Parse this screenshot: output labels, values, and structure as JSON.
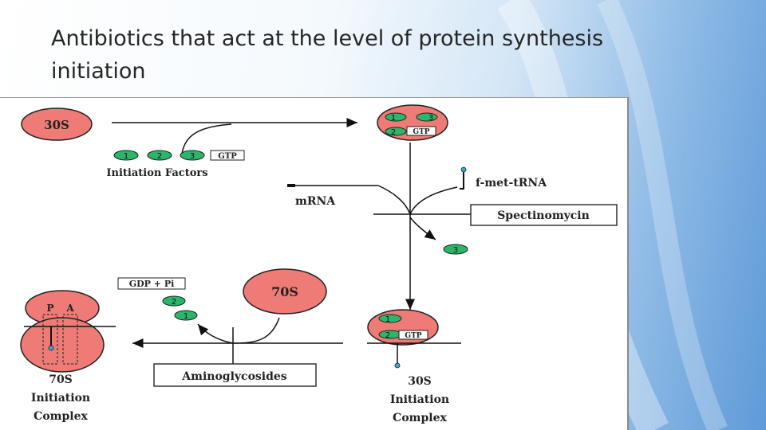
{
  "slide": {
    "title": "Antibiotics that act at the level of protein synthesis initiation"
  },
  "diagram": {
    "subunit_30s": "30S",
    "initiation_factors": [
      "1",
      "2",
      "3"
    ],
    "gtp": "GTP",
    "initiation_factors_label": "Initiation Factors",
    "complex_factors": [
      "1",
      "3",
      "2"
    ],
    "complex_gtp": "GTP",
    "fmet_trna": "f-met-tRNA",
    "mrna": "mRNA",
    "spectinomycin": "Spectinomycin",
    "released_factor": "3",
    "ribosome_70s": "70S",
    "gdp_pi": "GDP + Pi",
    "released_factors_after": [
      "2",
      "1"
    ],
    "site_p": "P",
    "site_a": "A",
    "complex_70s_label": [
      "70S",
      "Initiation",
      "Complex"
    ],
    "complex_30s_factors": [
      "1",
      "2"
    ],
    "complex_30s_gtp": "GTP",
    "complex_30s_label": [
      "30S",
      "Initiation",
      "Complex"
    ],
    "aminoglycosides": "Aminoglycosides"
  },
  "colors": {
    "ribosome_fill": "#ef7b76",
    "factor_fill": "#2db56b",
    "background_accent": "#5f9ad8"
  }
}
